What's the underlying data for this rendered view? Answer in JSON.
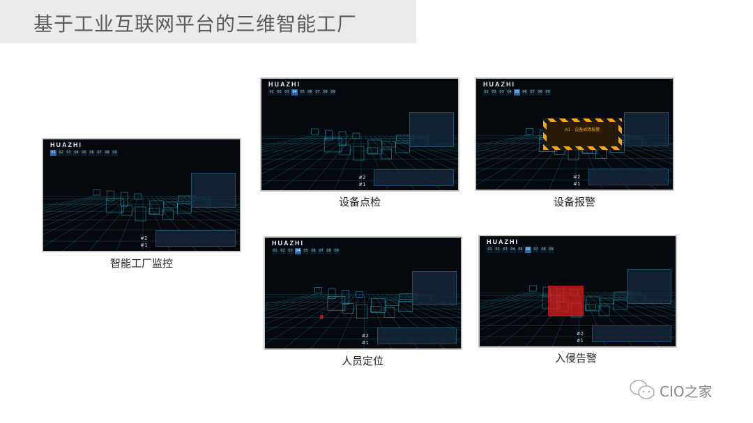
{
  "title": "基于工业互联网平台的三维智能工厂",
  "logo": "HUAZHI",
  "tabs": [
    "01",
    "02",
    "03",
    "04",
    "05",
    "06",
    "07",
    "08",
    "09"
  ],
  "badges": [
    "#2",
    "#1"
  ],
  "shots": [
    {
      "caption": "智能工厂监控",
      "active": 0
    },
    {
      "caption": "设备点检",
      "active": 3
    },
    {
      "caption": "设备报警",
      "active": 4
    },
    {
      "caption": "人员定位",
      "active": 3
    },
    {
      "caption": "入侵告警",
      "active": 5
    }
  ],
  "alarm_text": "A1 - 设备故障报警",
  "brand": "CIO之家",
  "colors": {
    "wire": "#2fb8d8",
    "alarm": "#f2a516",
    "intrusion": "#dc1e1e"
  }
}
